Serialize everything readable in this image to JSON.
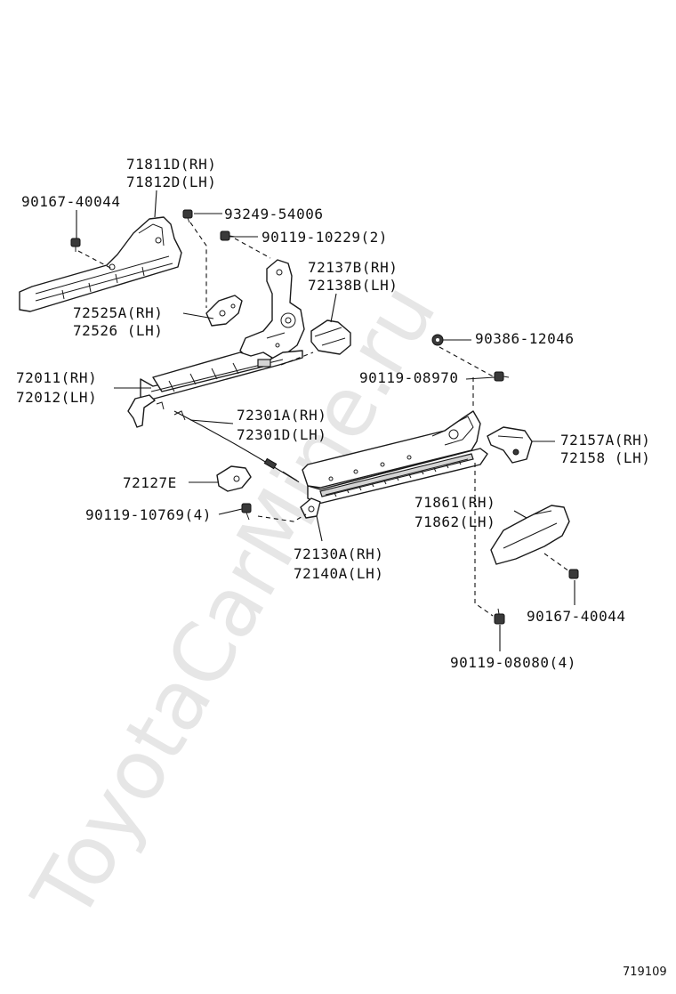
{
  "watermark": "ToyotaCarMine.ru",
  "diagram_code": "719109",
  "labels": {
    "p71811d": "71811D(RH)",
    "p71812d": "71812D(LH)",
    "p90167_top": "90167-40044",
    "p93249": "93249-54006",
    "p90119_10229": "90119-10229(2)",
    "p72137b": "72137B(RH)",
    "p72138b": "72138B(LH)",
    "p72525a": "72525A(RH)",
    "p72526": "72526 (LH)",
    "p90386": "90386-12046",
    "p72011": "72011(RH)",
    "p72012": "72012(LH)",
    "p90119_08970": "90119-08970",
    "p72301a": "72301A(RH)",
    "p72301d": "72301D(LH)",
    "p72157a": "72157A(RH)",
    "p72158": "72158  (LH)",
    "p72127e": "72127E",
    "p90119_10769": "90119-10769(4)",
    "p71861": "71861(RH)",
    "p71862": "71862(LH)",
    "p72130a": "72130A(RH)",
    "p72140a": "72140A(LH)",
    "p90167_bottom": "90167-40044",
    "p90119_08080": "90119-08080(4)"
  }
}
